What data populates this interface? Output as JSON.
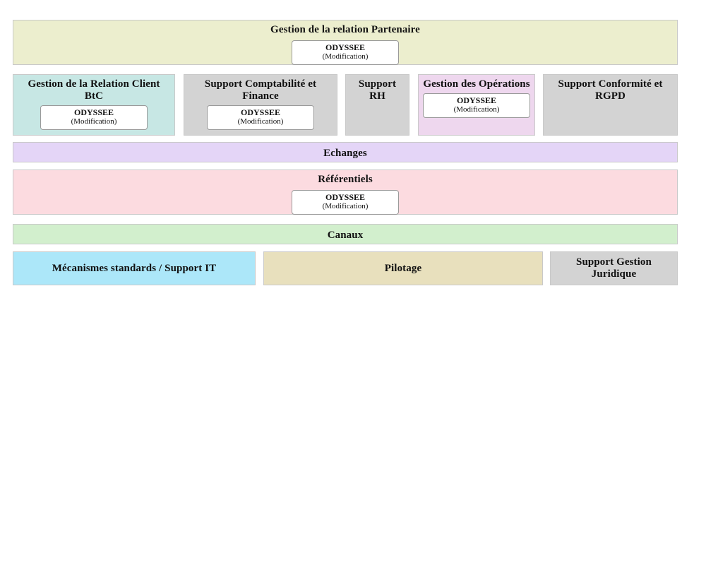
{
  "diagram": {
    "app_chip": {
      "name": "ODYSSEE",
      "state": "(Modification)"
    },
    "rows": [
      {
        "id": "partner-relation",
        "blocks": [
          {
            "id": "gestion-relation-partenaire",
            "title": "Gestion de la relation Partenaire",
            "color": "#eceece",
            "has_app": true
          }
        ]
      },
      {
        "id": "capabilities",
        "blocks": [
          {
            "id": "gestion-relation-client-btc",
            "title": "Gestion de la Relation Client BtC",
            "color": "#c7e7e4",
            "has_app": true
          },
          {
            "id": "support-comptabilite-finance",
            "title": "Support Comptabilité et Finance",
            "color": "#d3d3d3",
            "has_app": true
          },
          {
            "id": "support-rh",
            "title": "Support RH",
            "color": "#d3d3d3",
            "has_app": false
          },
          {
            "id": "gestion-des-operations",
            "title": "Gestion des Opérations",
            "color": "#eed7ee",
            "has_app": true
          },
          {
            "id": "support-conformite-rgpd",
            "title": "Support Conformité et RGPD",
            "color": "#d3d3d3",
            "has_app": false
          }
        ]
      },
      {
        "id": "echanges",
        "blocks": [
          {
            "id": "echanges",
            "title": "Echanges",
            "color": "#e4d5f7",
            "has_app": false
          }
        ]
      },
      {
        "id": "referentiels",
        "blocks": [
          {
            "id": "referentiels",
            "title": "Référentiels",
            "color": "#fcdbe0",
            "has_app": true
          }
        ]
      },
      {
        "id": "canaux",
        "blocks": [
          {
            "id": "canaux",
            "title": "Canaux",
            "color": "#d2efcd",
            "has_app": false
          }
        ]
      },
      {
        "id": "support-foundation",
        "blocks": [
          {
            "id": "mecanismes-standards-support-it",
            "title": "Mécanismes standards / Support IT",
            "color": "#ace7f9",
            "has_app": false
          },
          {
            "id": "pilotage",
            "title": "Pilotage",
            "color": "#e8e0bd",
            "has_app": false
          },
          {
            "id": "support-gestion-juridique",
            "title": "Support Gestion Juridique",
            "color": "#d3d3d3",
            "has_app": false
          }
        ]
      }
    ]
  }
}
